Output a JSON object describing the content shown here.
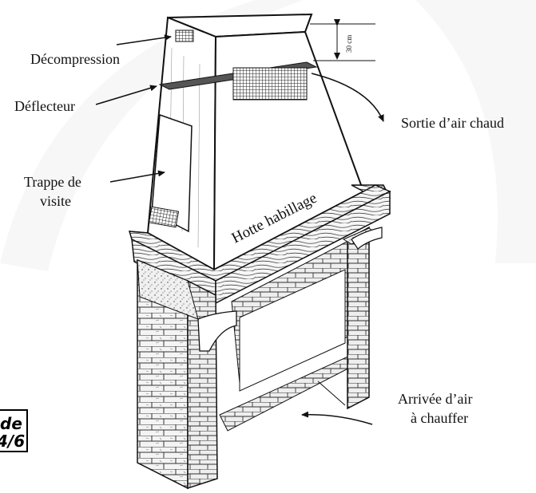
{
  "diagram": {
    "labels": {
      "decompression": "Décompression",
      "deflecteur": "Déflecteur",
      "trappe_line1": "Trappe de",
      "trappe_line2": "visite",
      "sortie": "Sortie d’air chaud",
      "arrivee_line1": "Arrivée d’air",
      "arrivee_line2": "à chauffer",
      "hotte": "Hotte habillage",
      "dimension": "30 cm"
    },
    "page_box": {
      "line1": "de",
      "line2": "4/6"
    }
  }
}
